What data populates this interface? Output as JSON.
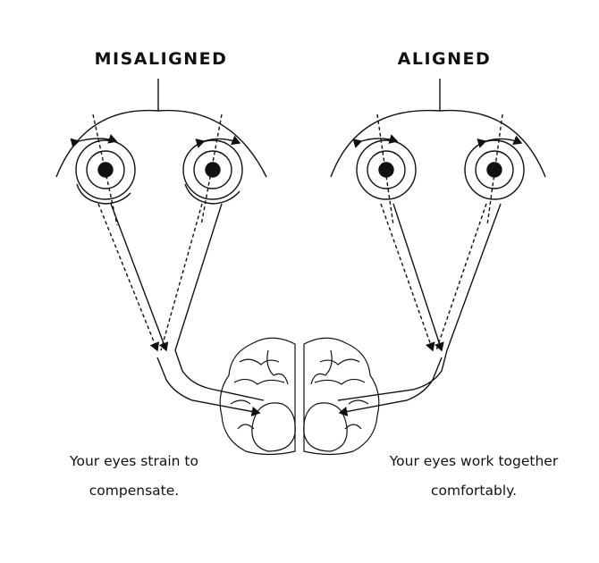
{
  "panels": {
    "left": {
      "title": "MISALIGNED",
      "caption_line1": "Your eyes strain to",
      "caption_line2": "compensate."
    },
    "right": {
      "title": "ALIGNED",
      "caption_line1": "Your eyes work together",
      "caption_line2": "comfortably."
    }
  },
  "colors": {
    "ink": "#111111",
    "background": "#ffffff"
  }
}
